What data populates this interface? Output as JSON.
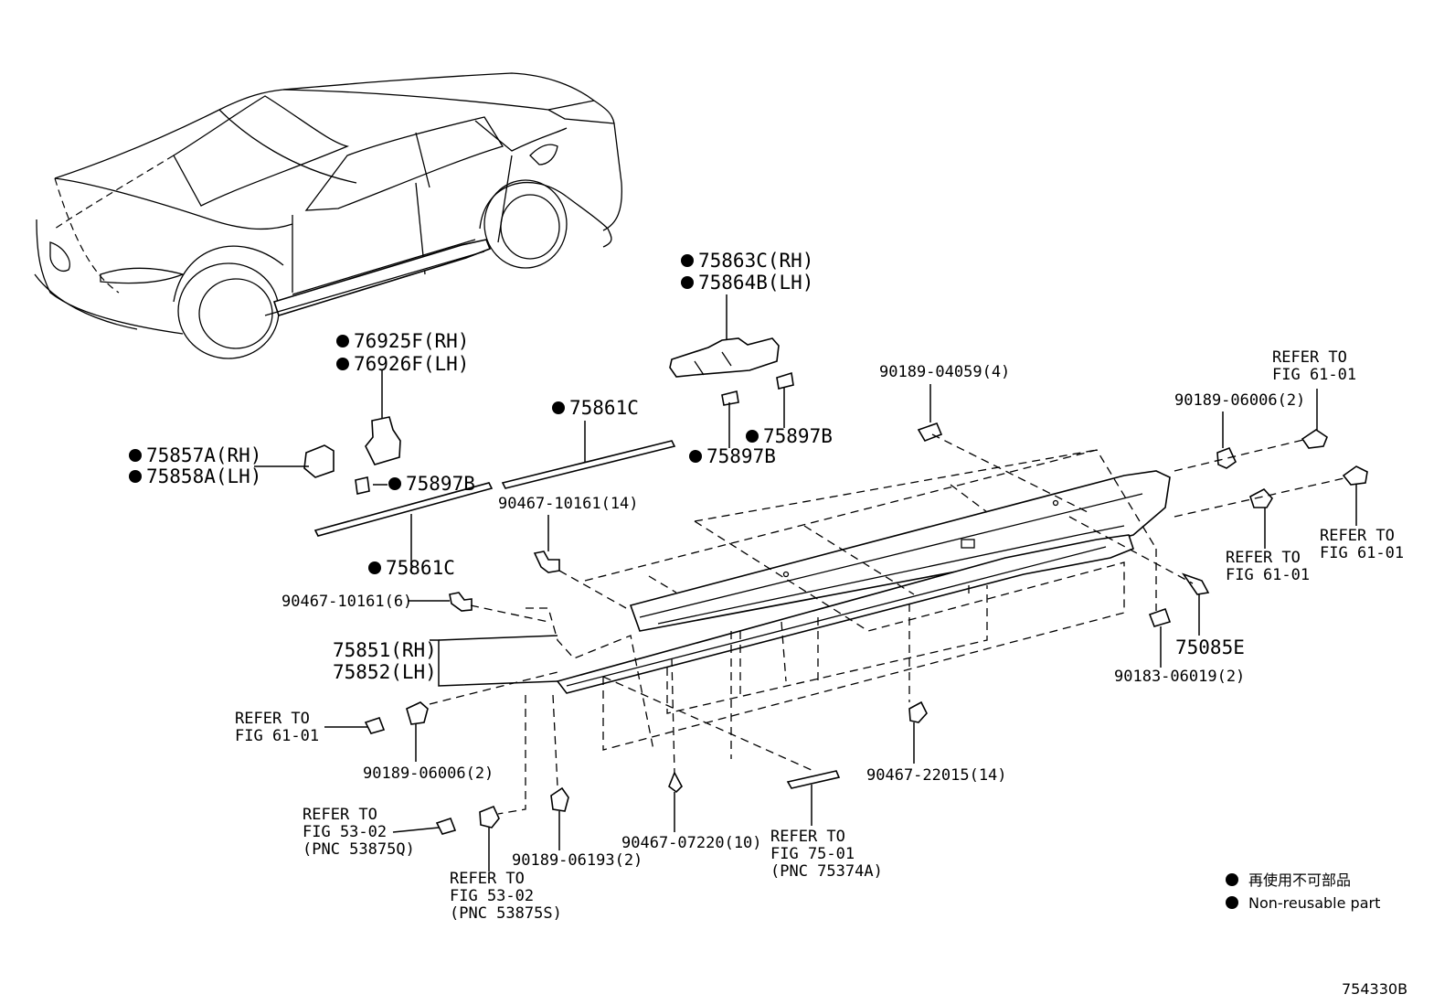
{
  "diagram_id": "754330B",
  "legend": {
    "jp": "再使用不可部品",
    "en": "Non-reusable part"
  },
  "callouts": {
    "p75863c": "75863C(RH)",
    "p75864b": "75864B(LH)",
    "p76925f": "76925F(RH)",
    "p76926f": "76926F(LH)",
    "p75857a": "75857A(RH)",
    "p75858a": "75858A(LH)",
    "p75897b_1": "75897B",
    "p75897b_2": "75897B",
    "p75897b_3": "75897B",
    "p75861c_upper": "75861C",
    "p75861c_lower": "75861C",
    "p90467_10161_14": "90467-10161(14)",
    "p90467_10161_6": "90467-10161(6)",
    "p75851": "75851(RH)",
    "p75852": "75852(LH)",
    "p90189_04059": "90189-04059(4)",
    "p90189_06006_right": "90189-06006(2)",
    "p90189_06006_left": "90189-06006(2)",
    "p75085e": "75085E",
    "p90183_06019": "90183-06019(2)",
    "p90467_22015": "90467-22015(14)",
    "p90467_07220": "90467-07220(10)",
    "p90189_06193": "90189-06193(2)"
  },
  "refs": {
    "ref_top_right": [
      "REFER TO",
      "FIG 61-01"
    ],
    "ref_mid_right_a": [
      "REFER TO",
      "FIG 61-01"
    ],
    "ref_mid_right_b": [
      "REFER TO",
      "FIG 61-01"
    ],
    "ref_left": [
      "REFER TO",
      "FIG 61-01"
    ],
    "ref_53_02_q": [
      "REFER TO",
      "FIG 53-02",
      "(PNC 53875Q)"
    ],
    "ref_53_02_s": [
      "REFER TO",
      "FIG 53-02",
      "(PNC 53875S)"
    ],
    "ref_75_01": [
      "REFER TO",
      "FIG 75-01",
      "(PNC 75374A)"
    ]
  }
}
